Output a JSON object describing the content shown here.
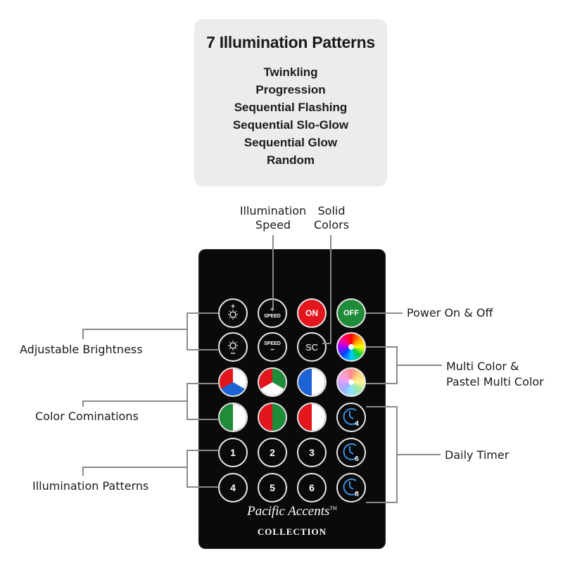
{
  "patterns": {
    "title": "7 Illumination Patterns",
    "items": [
      "Twinkling",
      "Progression",
      "Sequential Flashing",
      "Sequential Slo-Glow",
      "Sequential Glow",
      "Random"
    ]
  },
  "callouts": {
    "illumination_speed": [
      "Illumination",
      "Speed"
    ],
    "solid_colors": [
      "Solid",
      "Colors"
    ],
    "power": "Power On & Off",
    "brightness": "Adjustable Brightness",
    "multi_color": [
      "Multi Color &",
      "Pastel Multi Color"
    ],
    "color_combinations": "Color Cominations",
    "daily_timer": "Daily Timer",
    "illumination_patterns": "Illumination Patterns"
  },
  "remote": {
    "buttons": {
      "speed_plus": {
        "sign": "+",
        "text": "SPEED"
      },
      "speed_minus": {
        "sign": "−",
        "text": "SPEED"
      },
      "on": "ON",
      "off": "OFF",
      "sc": "SC",
      "numbers": [
        "1",
        "2",
        "3",
        "4",
        "5",
        "6"
      ],
      "timers": [
        "4",
        "6",
        "8"
      ]
    },
    "brand": {
      "name": "Pacific Accents",
      "mark": "TM",
      "sub": "COLLECTION"
    },
    "colors": {
      "red": "#e3161d",
      "green": "#1f8c3a",
      "blue": "#1e63d6",
      "white": "#ffffff",
      "timer_blue": "#3b8fe0"
    }
  }
}
